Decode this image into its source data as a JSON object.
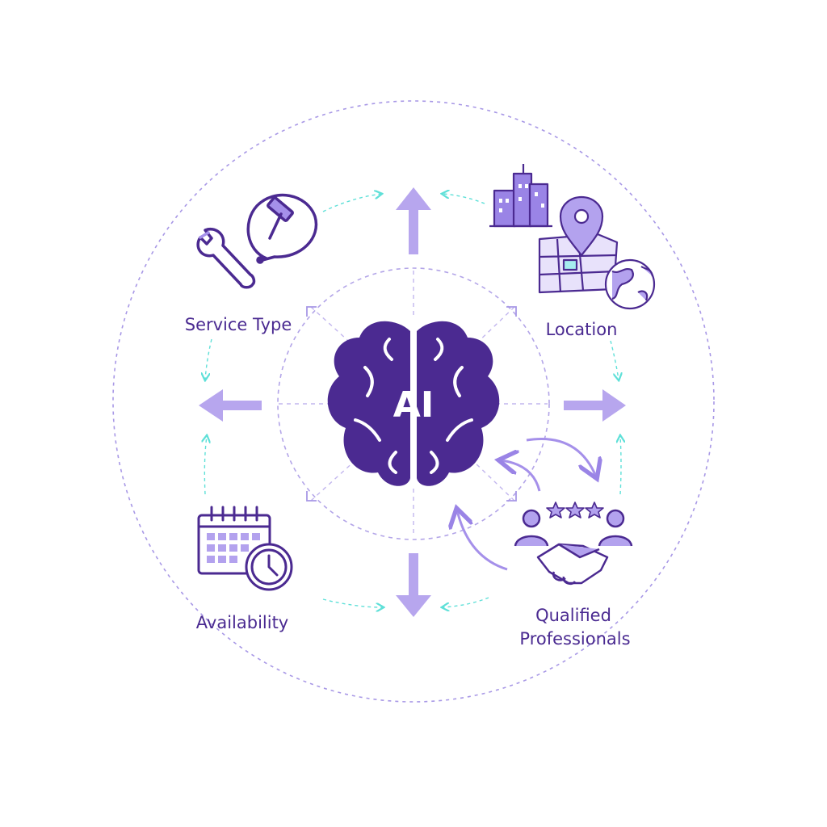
{
  "center": {
    "label": "AI",
    "icon": "brain-icon"
  },
  "nodes": {
    "service_type": {
      "label": "Service Type",
      "icon": "wrench-hammer-icon"
    },
    "location": {
      "label": "Location",
      "icon": "city-map-pin-globe-icon"
    },
    "availability": {
      "label": "Availability",
      "icon": "calendar-clock-icon"
    },
    "professionals": {
      "line1": "Qualified",
      "line2": "Professionals",
      "icon": "handshake-rating-icon"
    }
  },
  "colors": {
    "primary": "#4b2a91",
    "accent": "#9a84e6",
    "light": "#c7b8f2",
    "teal": "#5fe0d8",
    "text": "#4a2a91"
  }
}
